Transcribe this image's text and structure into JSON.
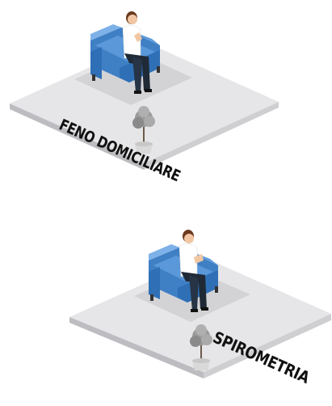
{
  "scenes": [
    {
      "id": "feno",
      "label": "FENO DOMICILIARE"
    },
    {
      "id": "spiro",
      "label": "SPIROMETRIA"
    }
  ],
  "colors": {
    "platform_top": "#e6e6e8",
    "platform_side": "#c9c9cc",
    "rug": "#d3d3d6",
    "chair_main": "#4f90d6",
    "chair_dark": "#2f6fb5",
    "chair_light": "#7db1e8",
    "skin": "#f1c7a3",
    "hair": "#6b3a1f",
    "shirt": "#ffffff",
    "pants": "#1f2a36",
    "plant_leaves": "#9a9a9a",
    "pot": "#d9d9d9"
  }
}
